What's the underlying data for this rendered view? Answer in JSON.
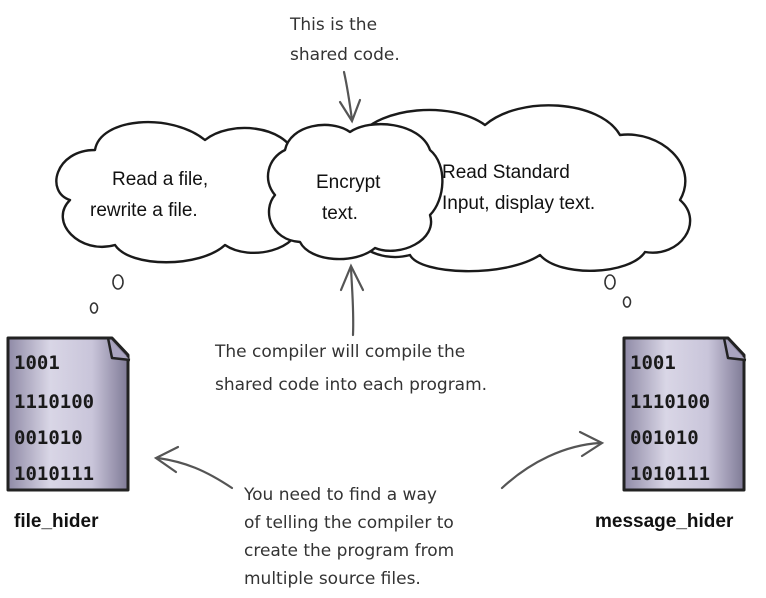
{
  "annotations": {
    "shared_code": [
      "This is the",
      "shared code."
    ],
    "compiler_compile": [
      "The compiler will compile the",
      "shared code into each program."
    ],
    "find_way": [
      "You need to find a way",
      "of telling the compiler to",
      "create the program from",
      "multiple source files."
    ]
  },
  "clouds": {
    "left": [
      "Read a file,",
      "rewrite a file."
    ],
    "center": [
      "Encrypt",
      "text."
    ],
    "right": [
      "Read Standard",
      "Input, display text."
    ]
  },
  "programs": {
    "left": {
      "name": "file_hider",
      "binary": [
        "1001",
        "1110100",
        "001010",
        "1010111"
      ]
    },
    "right": {
      "name": "message_hider",
      "binary": [
        "1001",
        "1110100",
        "001010",
        "1010111"
      ]
    }
  }
}
